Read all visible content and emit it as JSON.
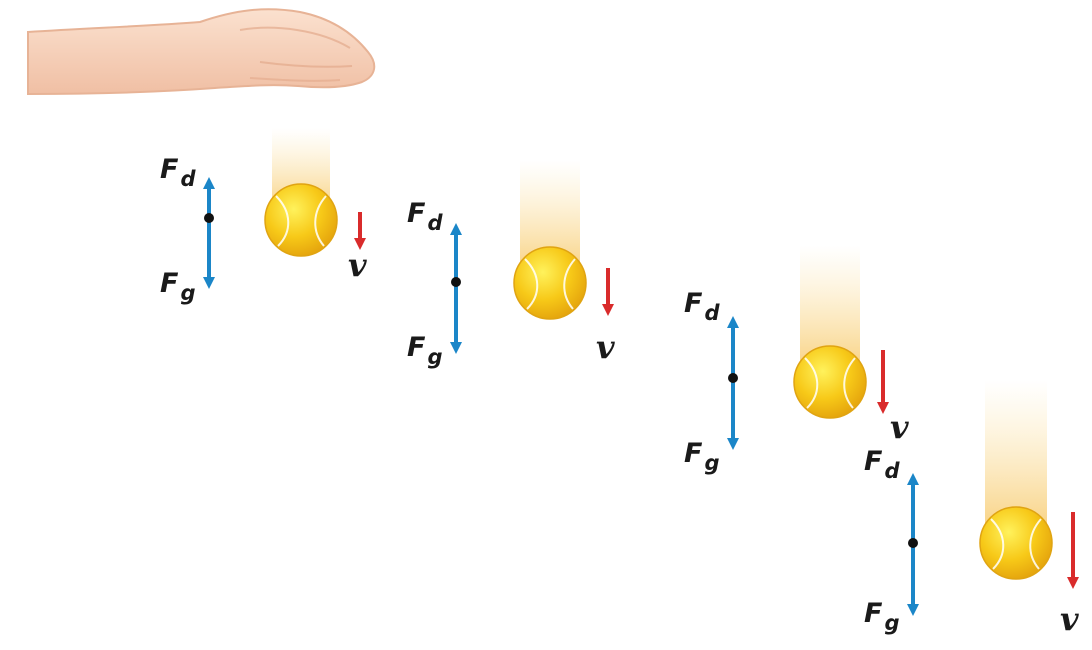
{
  "labels": {
    "drag_force_main": "F",
    "drag_force_sub": "d",
    "gravity_force_main": "F",
    "gravity_force_sub": "g",
    "velocity": "v"
  },
  "frames": [
    {
      "id": 1,
      "drag_arrow_length": 1.0,
      "velocity_arrow_length": 1.0
    },
    {
      "id": 2,
      "drag_arrow_length": 1.0,
      "velocity_arrow_length": 1.0
    },
    {
      "id": 3,
      "drag_arrow_length": 1.0,
      "velocity_arrow_length": 1.0
    },
    {
      "id": 4,
      "drag_arrow_length": 1.0,
      "velocity_arrow_length": 1.0
    }
  ],
  "colors": {
    "force_arrow": "#1b86c8",
    "velocity_arrow": "#d92b2b",
    "ball_fill": "#f7c918",
    "ball_dark": "#e3a80f",
    "ball_seam": "#ffffff",
    "motion_blur": "#f9d37a",
    "point": "#111111",
    "skin": "#f7d3bd",
    "skin_shadow": "#e8b49a"
  },
  "icons": {
    "hand": "hand-icon",
    "ball": "tennis-ball-icon"
  }
}
